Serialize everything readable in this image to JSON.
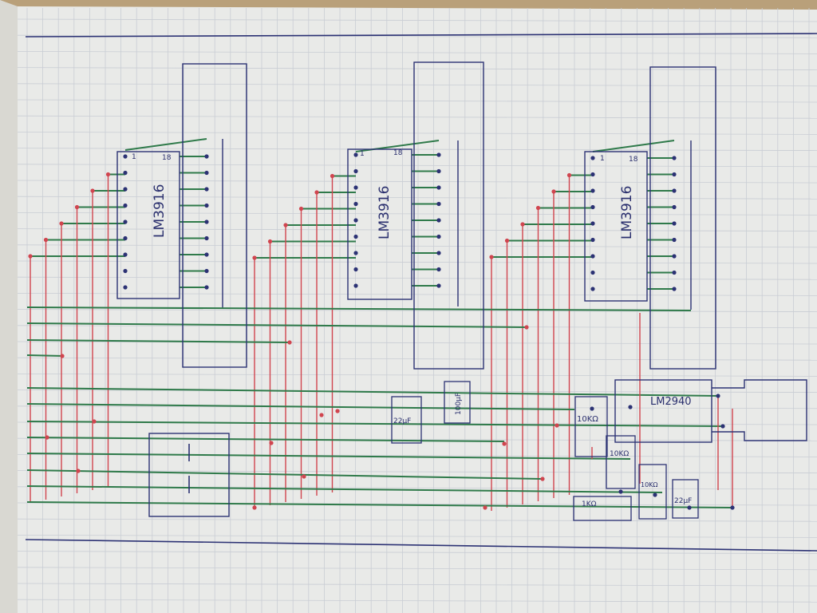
{
  "colors": {
    "paper": "#e8e9e7",
    "grid": "#c9cdd4",
    "ink_blue": "#2c3274",
    "ink_green": "#2f7a4a",
    "ink_red": "#d0454f",
    "desk": "#b9a07a"
  },
  "chips": [
    {
      "label": "LM3916",
      "pin_first": "1",
      "pin_last": "18"
    },
    {
      "label": "LM3916",
      "pin_first": "1",
      "pin_last": "18"
    },
    {
      "label": "LM3916",
      "pin_first": "1",
      "pin_last": "18"
    }
  ],
  "regulator": {
    "label": "LM2940"
  },
  "components": {
    "cap_22uF_left": "22µF",
    "cap_100uF": "100µF",
    "res_10k_a": "10KΩ",
    "res_10k_b": "10KΩ",
    "res_10k_c": "10KΩ",
    "res_1k": "1KΩ",
    "cap_22uF_right": "22µF"
  }
}
